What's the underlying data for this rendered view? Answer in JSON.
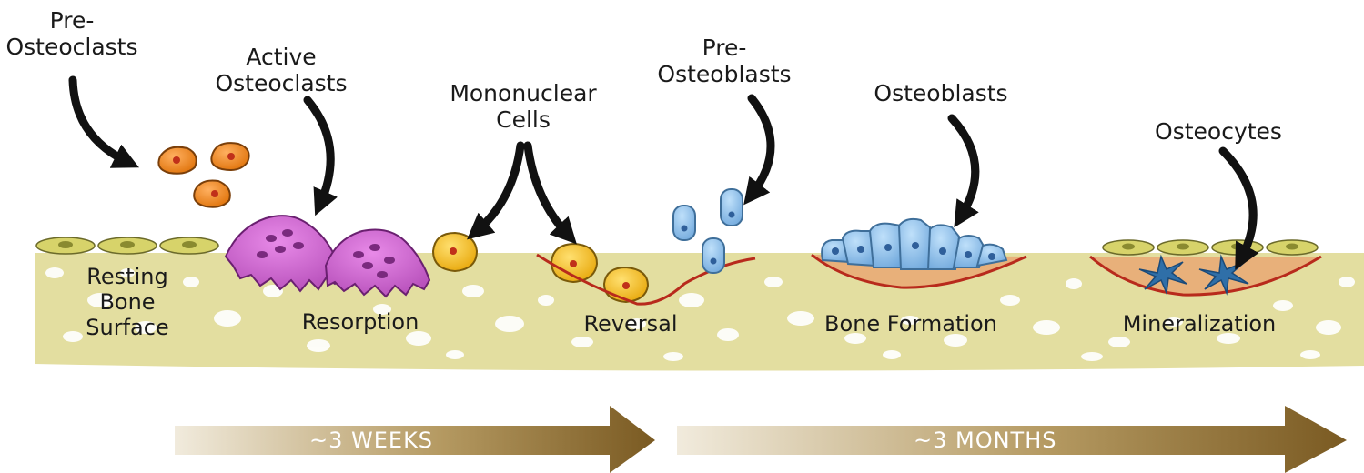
{
  "labels": {
    "pre_osteoclasts": [
      "Pre-",
      "Osteoclasts"
    ],
    "active_osteoclasts": [
      "Active",
      "Osteoclasts"
    ],
    "mononuclear_cells": [
      "Mononuclear",
      "Cells"
    ],
    "pre_osteoblasts": [
      "Pre-",
      "Osteoblasts"
    ],
    "osteoblasts": "Osteoblasts",
    "osteocytes": "Osteocytes"
  },
  "stages": {
    "resting": [
      "Resting",
      "Bone",
      "Surface"
    ],
    "resorption": "Resorption",
    "reversal": "Reversal",
    "bone_formation": "Bone Formation",
    "mineralization": "Mineralization"
  },
  "timeline": {
    "weeks": "~3 WEEKS",
    "months": "~3 MONTHS"
  },
  "colors": {
    "bone": "#e3dea0",
    "bone_pores": "#ffffff",
    "lining_cells": "#d7d36a",
    "osteoclast_precursor": "#f08a1c",
    "osteoclast": "#c45cc8",
    "mononuclear": "#f5c21a",
    "osteoblast": "#8cc0ea",
    "osteocyte": "#2f6fa8",
    "cement_line": "#b82a1c",
    "new_matrix": "#e8b07a",
    "timeline_arrow": "#8c6a32"
  }
}
